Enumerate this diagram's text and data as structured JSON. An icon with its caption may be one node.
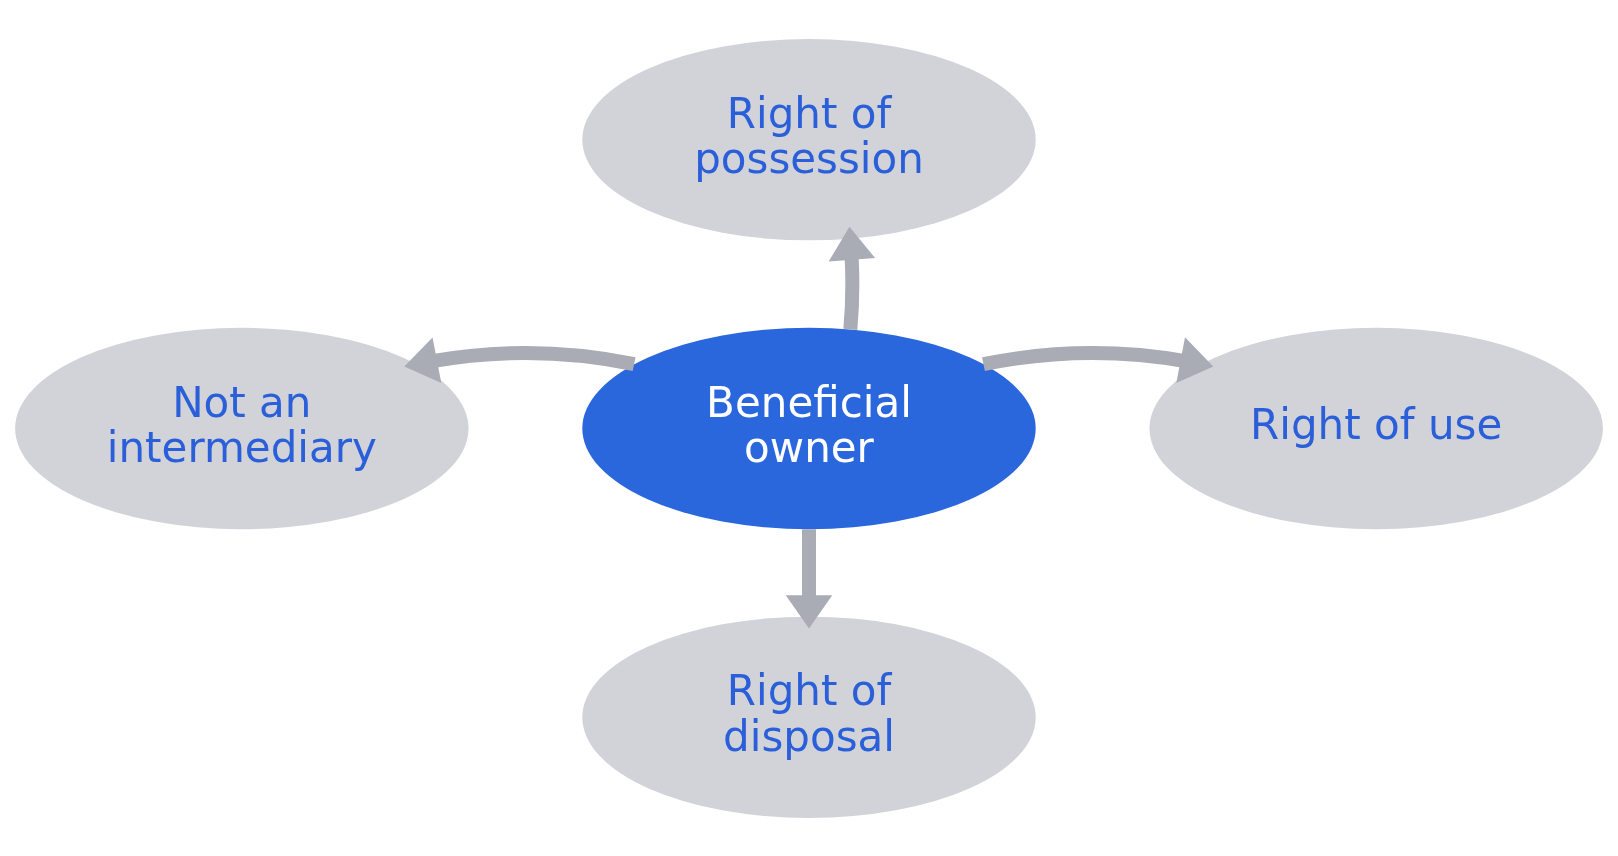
{
  "diagram": {
    "nodes": [
      {
        "text": [
          "Right of possession"
        ]
      },
      {
        "text": [
          "Not an intermediary"
        ]
      },
      {
        "text": [
          "Beneficial owner"
        ]
      },
      {
        "text": [
          "Right of use"
        ]
      },
      {
        "text": [
          "Right of disposal"
        ]
      }
    ],
    "edges": [
      {
        "from": 2,
        "to": 0,
        "arrow": "to"
      },
      {
        "from": 2,
        "to": 1,
        "arrow": "to"
      },
      {
        "from": 2,
        "to": 3,
        "arrow": "to"
      },
      {
        "from": 2,
        "to": 4,
        "arrow": "to"
      }
    ]
  }
}
